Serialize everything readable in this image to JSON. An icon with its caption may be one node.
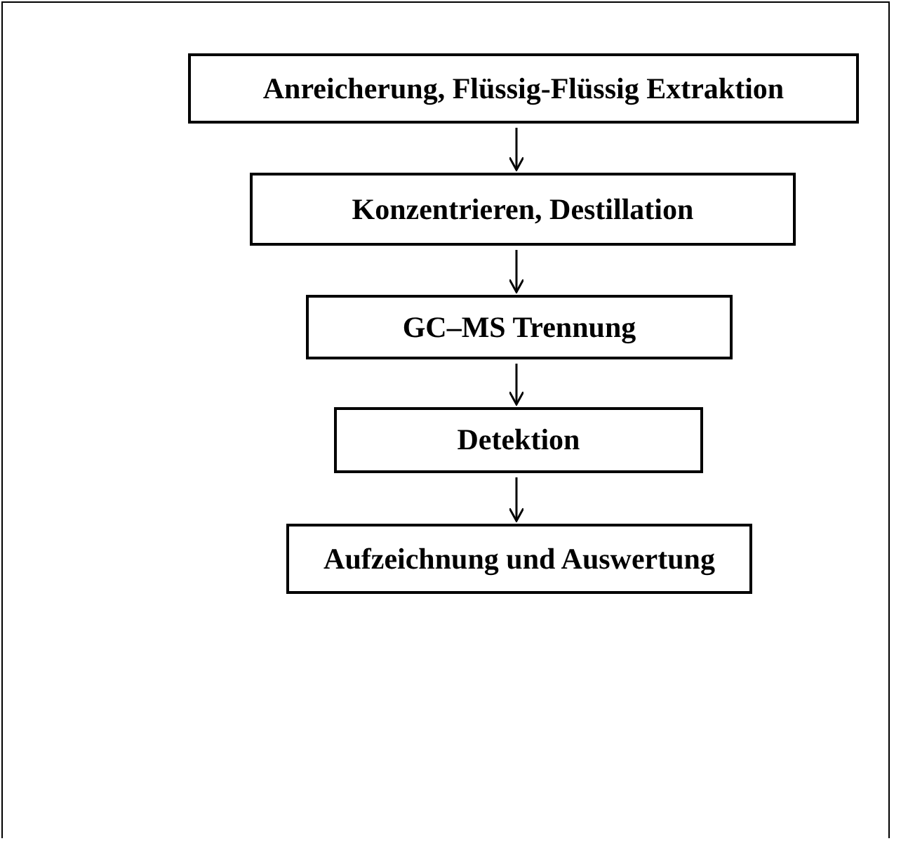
{
  "diagram": {
    "nodes": [
      {
        "text": [
          "Anreicherung, Flüssig-Flüssig Extraktion"
        ]
      },
      {
        "text": [
          "Konzentrieren, Destillation"
        ]
      },
      {
        "text": [
          "GC–MS Trennung"
        ]
      },
      {
        "text": [
          "Detektion"
        ]
      },
      {
        "text": [
          "Aufzeichnung und Auswertung"
        ]
      }
    ],
    "edges": [
      {
        "from": 0,
        "to": 1,
        "arrow": "to"
      },
      {
        "from": 1,
        "to": 2,
        "arrow": "to"
      },
      {
        "from": 2,
        "to": 3,
        "arrow": "to"
      },
      {
        "from": 3,
        "to": 4,
        "arrow": "to"
      }
    ]
  }
}
